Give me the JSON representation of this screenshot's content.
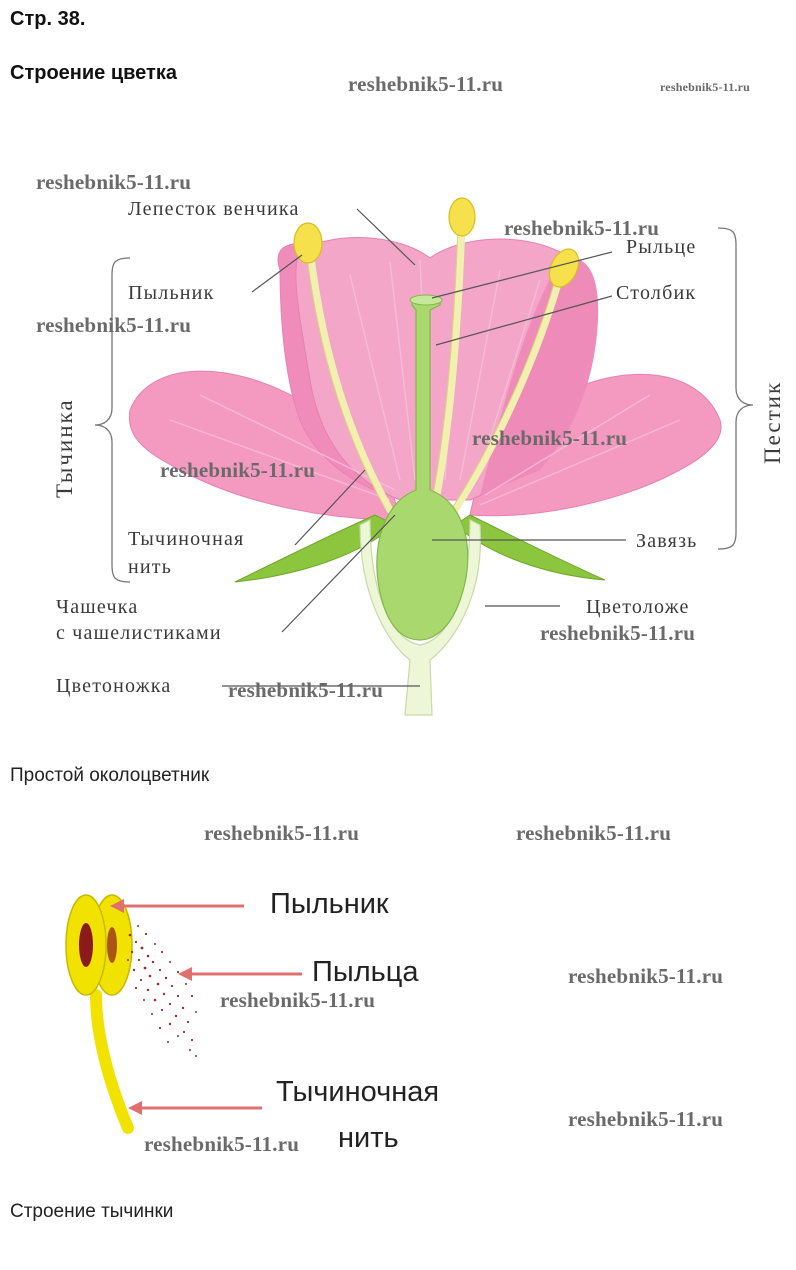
{
  "page": {
    "page_number": "Стр. 38.",
    "heading": "Строение цветка",
    "caption_flower": "Простой околоцветник",
    "caption_stamen": "Строение тычинки"
  },
  "watermark": {
    "text": "reshebnik5-11.ru",
    "text_small": "reshebnik5-11.ru"
  },
  "flower_diagram": {
    "labels": {
      "petal": "Лепесток венчика",
      "stigma": "Рыльце",
      "anther": "Пыльник",
      "style": "Столбик",
      "filament_line1": "Тычиночная",
      "filament_line2": "нить",
      "ovary": "Завязь",
      "calyx_line1": "Чашечка",
      "calyx_line2": "с чашелистиками",
      "receptacle": "Цветоложе",
      "pedicel": "Цветоножка"
    },
    "brace_labels": {
      "stamen": "Тычинка",
      "pistil": "Пестик"
    },
    "colors": {
      "petal": "#f49ac1",
      "petal_dark": "#e76ea6",
      "sepal": "#8cc63f",
      "ovary": "#a9d86e",
      "anther": "#f6e04b",
      "receptacle": "#eef6d8"
    }
  },
  "stamen_diagram": {
    "labels": {
      "anther": "Пыльник",
      "pollen": "Пыльца",
      "filament_line1": "Тычиночная",
      "filament_line2": "нить"
    },
    "colors": {
      "anther": "#f2e200",
      "anther_core": "#8b1a1a",
      "pollen": "#9e2b2b",
      "arrow": "#e07070"
    }
  }
}
